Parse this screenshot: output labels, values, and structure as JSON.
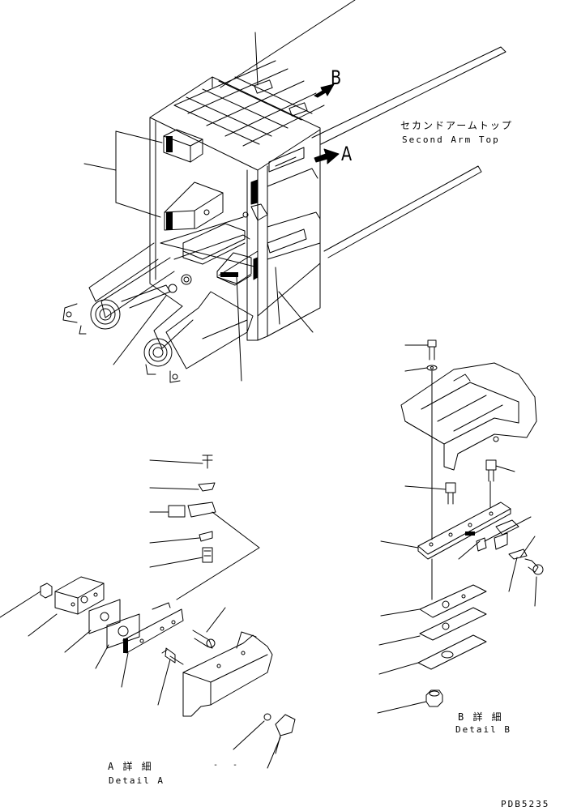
{
  "drawing": {
    "view_markers": {
      "a": "A",
      "b": "B"
    },
    "second_arm_top": {
      "jp": "セカンドアームトップ",
      "en": "Second Arm Top"
    },
    "detail_a": {
      "jp": "A 詳 細",
      "en": "Detail A"
    },
    "detail_b": {
      "jp": "B 詳 細",
      "en": "Detail B"
    },
    "sheet_code": "PDB5235",
    "stray_mark": "- -"
  },
  "colors": {
    "ink": "#000000",
    "paper": "#ffffff"
  }
}
